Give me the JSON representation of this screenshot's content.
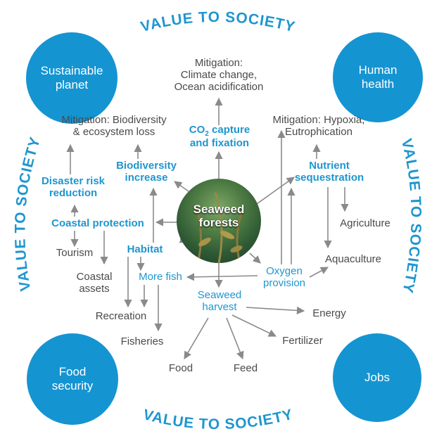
{
  "ring_text": {
    "top": "VALUE TO SOCIETY",
    "left": "VALUE TO SOCIETY",
    "right": "VALUE TO SOCIETY",
    "bottom": "VALUE TO SOCIETY"
  },
  "outer_circles": {
    "top_left": "Sustainable\nplanet",
    "top_right": "Human\nhealth",
    "bottom_left": "Food\nsecurity",
    "bottom_right": "Jobs"
  },
  "center": "Seaweed\nforests",
  "nodes": {
    "mitigation_climate": "Mitigation:\nClimate change,\nOcean acidification",
    "mitigation_biodiversity": "Mitigation: Biodiversity\n& ecosystem loss",
    "mitigation_hypoxia": "Mitigation: Hypoxia,\nEutrophication",
    "co2_capture_prefix": "CO",
    "co2_capture_sub": "2",
    "co2_capture_suffix": " capture",
    "co2_capture_line2": "and fixation",
    "biodiversity_increase": "Biodiversity\nincrease",
    "nutrient_sequestration": "Nutrient\nsequestration",
    "disaster_risk_reduction": "Disaster risk\nreduction",
    "coastal_protection": "Coastal protection",
    "habitat": "Habitat",
    "more_fish": "More fish",
    "oxygen_provision": "Oxygen\nprovision",
    "seaweed_harvest": "Seaweed\nharvest",
    "agriculture": "Agriculture",
    "aquaculture": "Aquaculture",
    "tourism": "Tourism",
    "coastal_assets": "Coastal\nassets",
    "recreation": "Recreation",
    "fisheries": "Fisheries",
    "energy": "Energy",
    "fertilizer": "Fertilizer",
    "food": "Food",
    "feed": "Feed"
  },
  "colors": {
    "accent": "#1594d2",
    "label_blue": "#1e96cf",
    "label_grey": "#4a4a4a",
    "arrow": "#8a8a8a"
  }
}
